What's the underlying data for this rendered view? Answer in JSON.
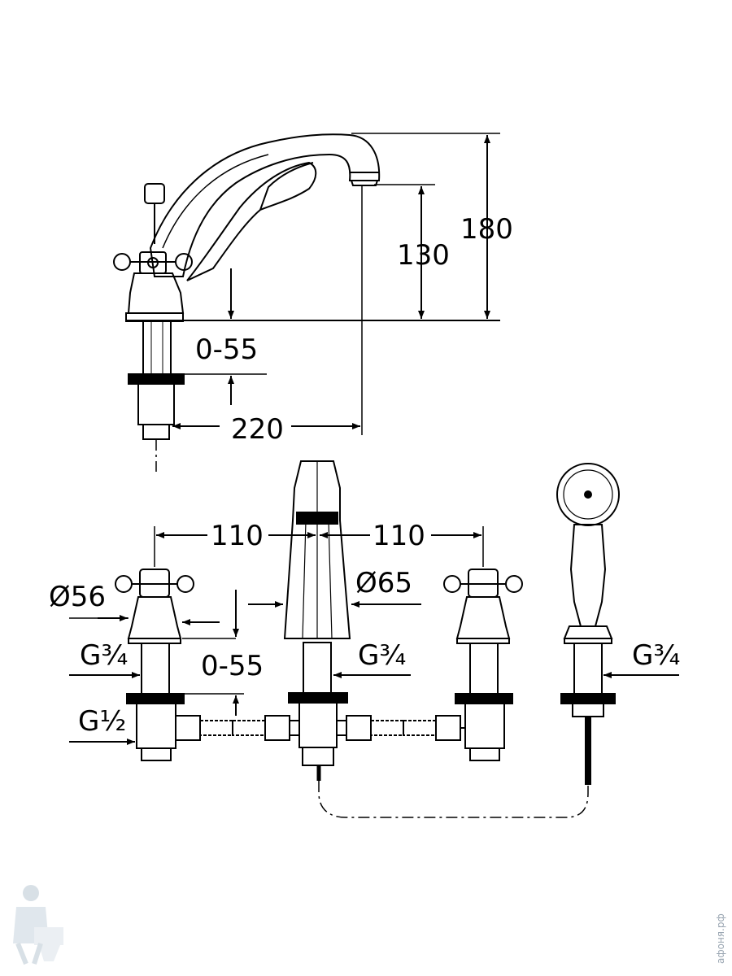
{
  "drawing": {
    "side_view": {
      "height_total": "180",
      "height_spout": "130",
      "deck_range": "0-55",
      "reach": "220"
    },
    "front_view": {
      "spacing_left": "110",
      "spacing_right": "110",
      "handle_diameter": "Ø56",
      "spout_diameter": "Ø65",
      "deck_range": "0-55",
      "thread_left": "G¾",
      "thread_center": "G¾",
      "thread_shower": "G¾",
      "thread_inlet": "G½"
    }
  },
  "watermark": {
    "site_text": "афоня.рф",
    "logo": "plumber-mascot-logo"
  },
  "colors": {
    "line": "#000000",
    "background": "#ffffff",
    "watermark": "#9aa6b2"
  }
}
